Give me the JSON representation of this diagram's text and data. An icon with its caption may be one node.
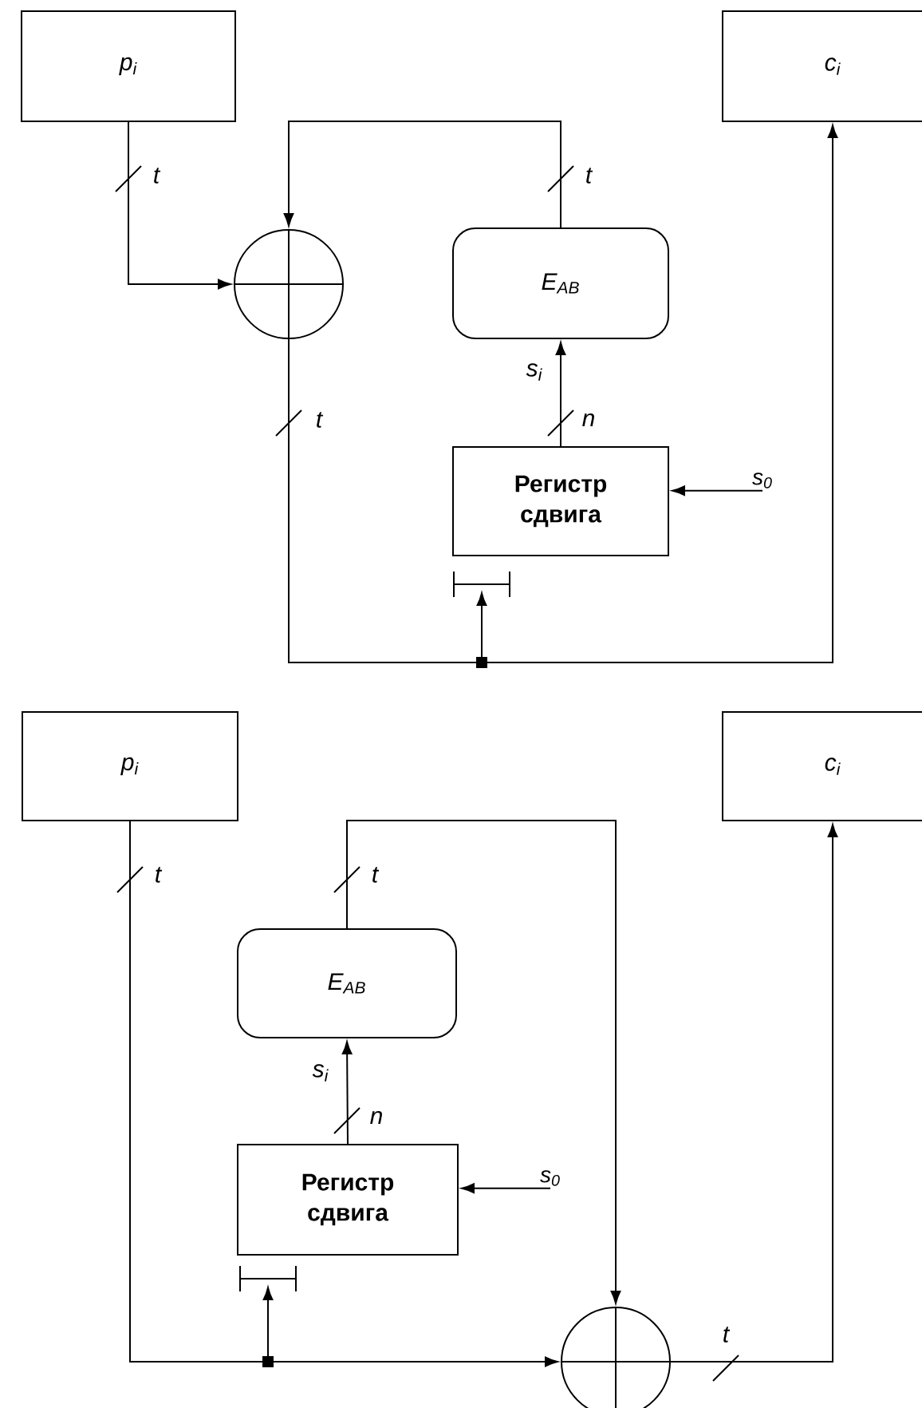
{
  "diagram": {
    "nodes": [
      {
        "text": [
          "p$_{i}$"
        ]
      },
      {
        "text": [
          "c$_{i}$"
        ]
      },
      {
        "text": [],
        "shape": "circle"
      },
      {
        "text": [
          "E$_{AB}$"
        ]
      },
      {
        "text": [
          "Регистр сдвига"
        ]
      },
      {
        "text": [
          "s$_{0}$"
        ]
      },
      {
        "text": [],
        "shape": "bar"
      },
      {
        "text": [
          "p$_{i}$"
        ]
      },
      {
        "text": [
          "c$_{i}$"
        ]
      },
      {
        "text": [
          "E$_{AB}$"
        ]
      },
      {
        "text": [
          "Регистр сдвига"
        ]
      },
      {
        "text": [
          "s$_{0}$"
        ]
      },
      {
        "text": [],
        "shape": "bar"
      },
      {
        "text": [],
        "shape": "circle"
      }
    ],
    "edges": [
      {
        "from": 0,
        "to": 2,
        "arrow": "to",
        "label": "t"
      },
      {
        "from": 3,
        "to": 2,
        "arrow": "to",
        "label": "t"
      },
      {
        "from": 2,
        "to": 1,
        "arrow": "to",
        "label": "t"
      },
      {
        "from": 2,
        "to": 6,
        "arrow": "to"
      },
      {
        "from": 4,
        "to": 3,
        "arrow": "to",
        "label": "n"
      },
      {
        "from": 5,
        "to": 4,
        "arrow": "to"
      },
      {
        "from": 7,
        "to": 13,
        "arrow": "to",
        "label": "t"
      },
      {
        "from": 9,
        "to": 13,
        "arrow": "to",
        "label": "t"
      },
      {
        "from": 13,
        "to": 8,
        "arrow": "to",
        "label": "t"
      },
      {
        "from": 7,
        "to": 12,
        "arrow": "to"
      },
      {
        "from": 10,
        "to": 9,
        "arrow": "to",
        "label": "n"
      },
      {
        "from": 11,
        "to": 10,
        "arrow": "to"
      }
    ],
    "labels": [
      "s$_{i}$",
      "s$_{i}$"
    ]
  }
}
